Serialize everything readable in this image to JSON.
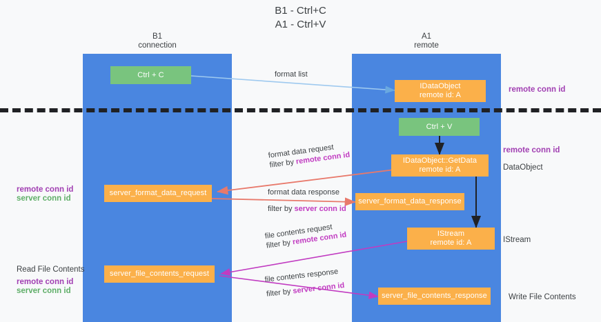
{
  "title": "B1 - Ctrl+C\nA1 - Ctrl+V",
  "columns": [
    {
      "name": "col-b1",
      "caption": "B1\nconnection"
    },
    {
      "name": "col-a1",
      "caption": "A1\nremote"
    }
  ],
  "nodes": [
    {
      "name": "node-ctrl-c",
      "label": "Ctrl + C"
    },
    {
      "name": "node-idataobject",
      "label": "IDataObject\nremote id: A"
    },
    {
      "name": "node-ctrl-v",
      "label": "Ctrl + V"
    },
    {
      "name": "node-idataobject-getdata",
      "label": "IDataObject::GetData\nremote id: A"
    },
    {
      "name": "node-server-format-data-request",
      "label": "server_format_data_request"
    },
    {
      "name": "node-server-format-data-response",
      "label": "server_format_data_response"
    },
    {
      "name": "node-istream",
      "label": "IStream\nremote id: A"
    },
    {
      "name": "node-server-file-contents-request",
      "label": "server_file_contents_request"
    },
    {
      "name": "node-server-file-contents-response",
      "label": "server_file_contents_response"
    }
  ],
  "edge_labels": {
    "format_list": "format list",
    "format_data_request": "format data request",
    "format_data_request_filter_prefix": "filter by ",
    "format_data_request_filter_key": "remote conn id",
    "format_data_response": "format data response",
    "format_data_response_filter_prefix": "filter by ",
    "format_data_response_filter_key": "server conn id",
    "file_contents_request": "file contents request",
    "file_contents_request_filter_prefix": "filter by ",
    "file_contents_request_filter_key": "remote conn id",
    "file_contents_response": "file contents response",
    "file_contents_response_filter_prefix": "filter by ",
    "file_contents_response_filter_key": "server conn id"
  },
  "annotations": {
    "right_remote_conn_id_top": "remote conn id",
    "right_remote_conn_id_mid": "remote conn id",
    "right_dataobject": "DataObject",
    "right_istream": "IStream",
    "right_write_file_contents": "Write File Contents",
    "left_remote_conn_id": "remote conn id",
    "left_server_conn_id": "server conn id",
    "left_read_file_contents": "Read File Contents",
    "left_remote_conn_id_2": "remote conn id",
    "left_server_conn_id_2": "server conn id"
  },
  "colors": {
    "lane": "#4a86e0",
    "green_node": "#79c47e",
    "orange_node": "#fbb04a",
    "purple": "#a13fb2",
    "magenta": "#c13bc1",
    "green_text": "#5fae68",
    "red_arrow": "#e8796b",
    "blue_arrow": "#9ec9ef",
    "dark_arrow": "#202124",
    "background": "#f8f9fa"
  }
}
